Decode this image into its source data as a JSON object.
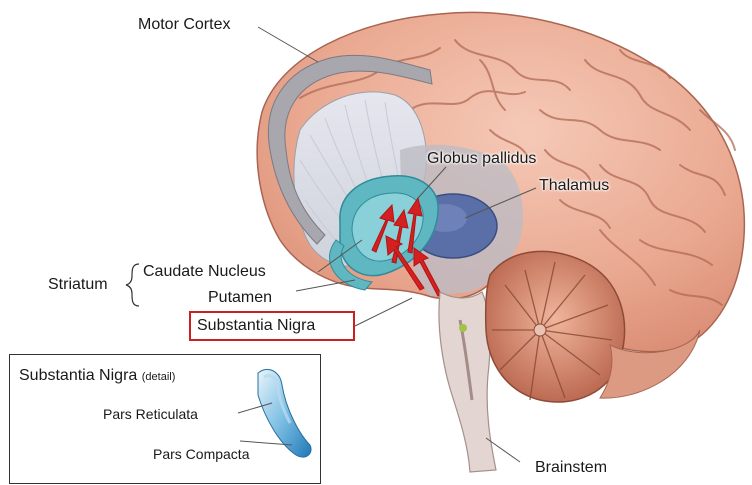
{
  "diagram": {
    "labels": {
      "motor_cortex": "Motor Cortex",
      "globus_pallidus": "Globus pallidus",
      "thalamus": "Thalamus",
      "striatum": "Striatum",
      "caudate_nucleus": "Caudate Nucleus",
      "putamen": "Putamen",
      "substantia_nigra": "Substantia Nigra",
      "brainstem": "Brainstem"
    },
    "detail": {
      "title": "Substantia Nigra",
      "title_note": "(detail)",
      "pars_reticulata": "Pars Reticulata",
      "pars_compacta": "Pars Compacta"
    },
    "colors": {
      "highlight_box": "#cc1f1f",
      "cortex": "#e9a893",
      "basal_ganglia": "#5fb7c2",
      "thalamus": "#5a6fa8",
      "pathway_arrows": "#d42020",
      "cerebellum": "#c9725a"
    }
  }
}
